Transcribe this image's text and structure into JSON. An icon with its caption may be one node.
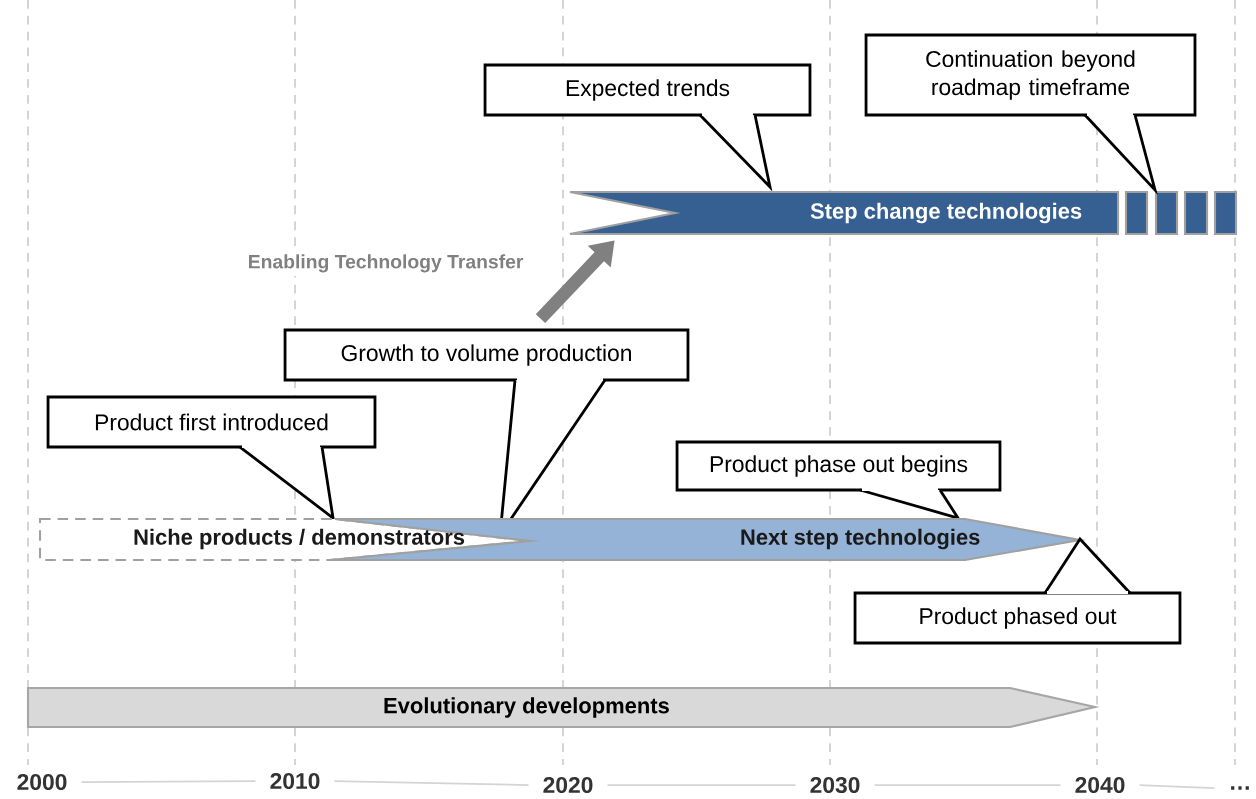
{
  "diagram": {
    "nodes": [
      {
        "text": [
          "Expected trends"
        ]
      },
      {
        "text": [
          "Continuation beyond roadmap timeframe"
        ]
      },
      {
        "text": [
          "Step change technologies"
        ]
      },
      {
        "text": [
          "Growth to volume production"
        ]
      },
      {
        "text": [
          "Product first introduced"
        ]
      },
      {
        "text": [
          "Product phase out begins"
        ]
      },
      {
        "text": [
          "Niche products / demonstrators",
          "Next step technologies"
        ]
      },
      {
        "text": [
          "Product phased out"
        ]
      },
      {
        "text": [
          "Evolutionary developments"
        ]
      }
    ],
    "edges": [
      {
        "from": 3,
        "to": 2,
        "arrow": "to",
        "label": "Enabling Technology Transfer",
        "color": "#808080"
      }
    ],
    "labels": [
      "2000",
      "2010",
      "2020",
      "2030",
      "2040",
      "…"
    ]
  }
}
